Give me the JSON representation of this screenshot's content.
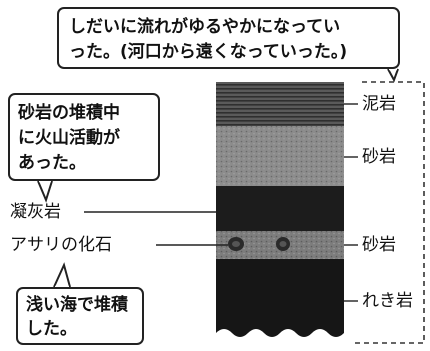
{
  "callouts": {
    "top": [
      "しだいに流れがゆるやかになってい",
      "った。(河口から遠くなっていった。)"
    ],
    "left": [
      "砂岩の堆積中",
      "に火山活動が",
      "あった。"
    ],
    "bottom": [
      "浅い海で堆積",
      "した。"
    ]
  },
  "layers_right": {
    "mudstone": "泥岩",
    "sandstone_upper": "砂岩",
    "sandstone_lower": "砂岩",
    "conglomerate": "れき岩"
  },
  "labels_left": {
    "tuff": "凝灰岩",
    "fossil": "アサリの化石"
  },
  "colors": {
    "mudstone": "#4a4a4a",
    "sandstone": "#8a8a8a",
    "tuff": "#1d1d1d",
    "sand_band": "#7c7c7c",
    "conglomerate": "#1a1a1a"
  }
}
